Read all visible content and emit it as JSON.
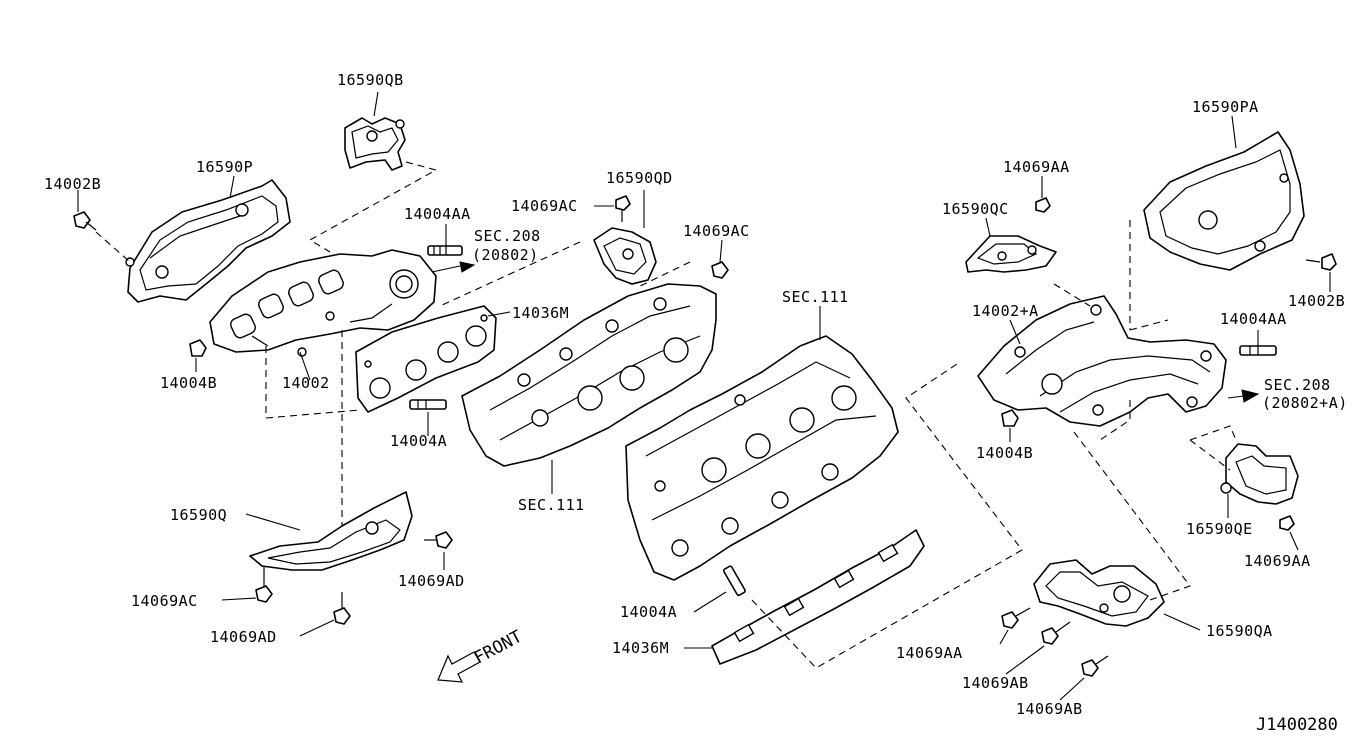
{
  "labels": {
    "p16590QB": "16590QB",
    "p16590P": "16590P",
    "p14002B_left": "14002B",
    "p14004AA_left": "14004AA",
    "sec208_left": "SEC.208",
    "sec208_left_sub": "(20802)",
    "p14069AC_top": "14069AC",
    "p16590QD": "16590QD",
    "p14069AC_right": "14069AC",
    "p14036M_top": "14036M",
    "p14004B_left": "14004B",
    "p14002": "14002",
    "p14004A_mid": "14004A",
    "sec111_left": "SEC.111",
    "sec111_center": "SEC.111",
    "p16590Q": "16590Q",
    "p14069AD_right": "14069AD",
    "p14069AC_bottom": "14069AC",
    "p14069AD_bottom": "14069AD",
    "front": "FRONT",
    "p14004A_bottom": "14004A",
    "p14036M_bottom": "14036M",
    "p14069AA_top": "14069AA",
    "p16590QC": "16590QC",
    "p16590PA": "16590PA",
    "p14002B_right": "14002B",
    "p14002A": "14002+A",
    "p14004AA_right": "14004AA",
    "sec208_right": "SEC.208",
    "sec208_right_sub": "(20802+A)",
    "p14004B_right": "14004B",
    "p16590QE": "16590QE",
    "p14069AA_right": "14069AA",
    "p16590QA": "16590QA",
    "p14069AA_bottom": "14069AA",
    "p14069AB_a": "14069AB",
    "p14069AB_b": "14069AB",
    "diagram_id": "J1400280"
  }
}
